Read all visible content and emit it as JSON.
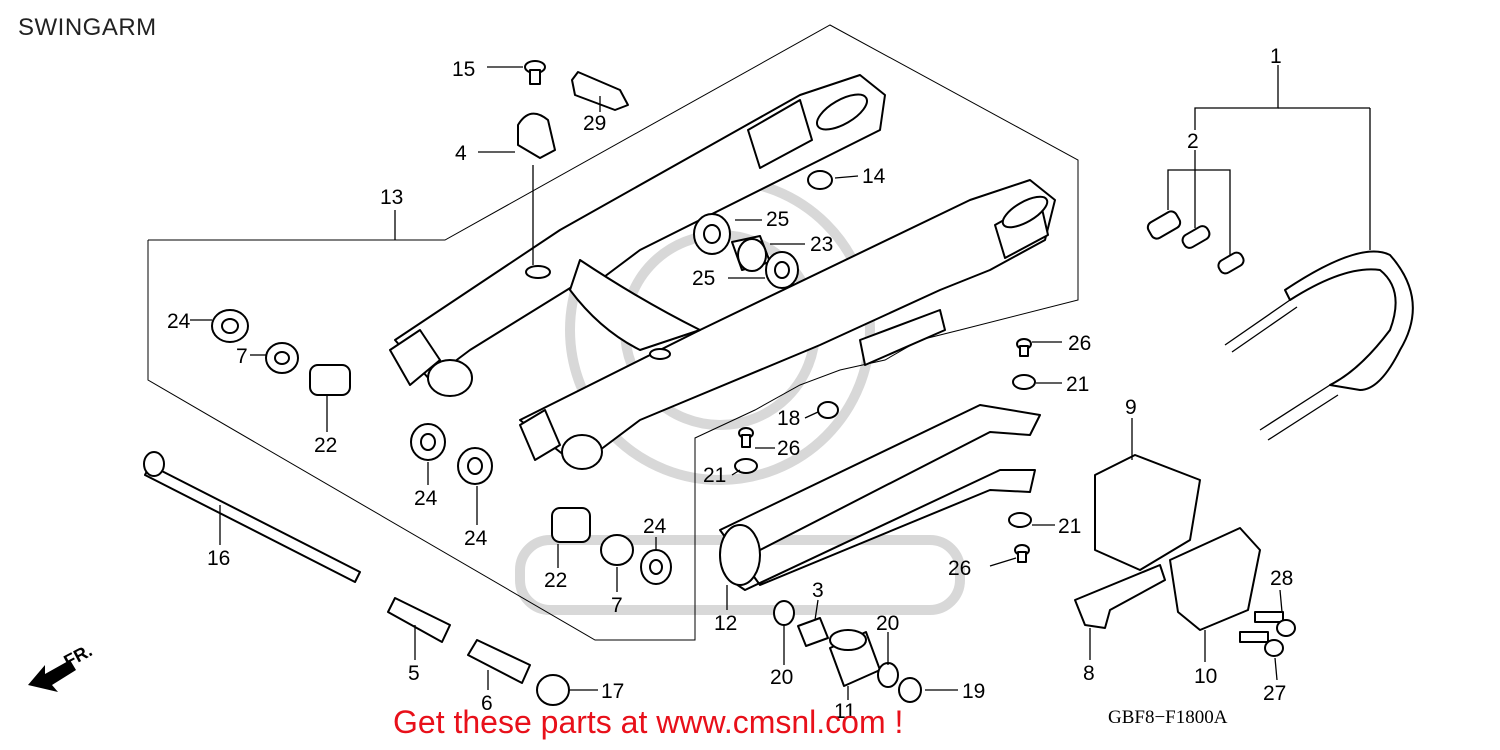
{
  "diagram": {
    "title": "SWINGARM",
    "promo_text": "Get these parts at www.cmsnl.com !",
    "drawing_code": "GBF8−F1800A",
    "direction_label": "FR.",
    "accent_color": "#e8101a",
    "callouts": [
      "1",
      "2",
      "3",
      "4",
      "5",
      "6",
      "7",
      "8",
      "9",
      "10",
      "11",
      "12",
      "13",
      "14",
      "15",
      "16",
      "17",
      "18",
      "19",
      "20",
      "21",
      "22",
      "23",
      "24",
      "25",
      "26",
      "27",
      "28",
      "29"
    ]
  }
}
